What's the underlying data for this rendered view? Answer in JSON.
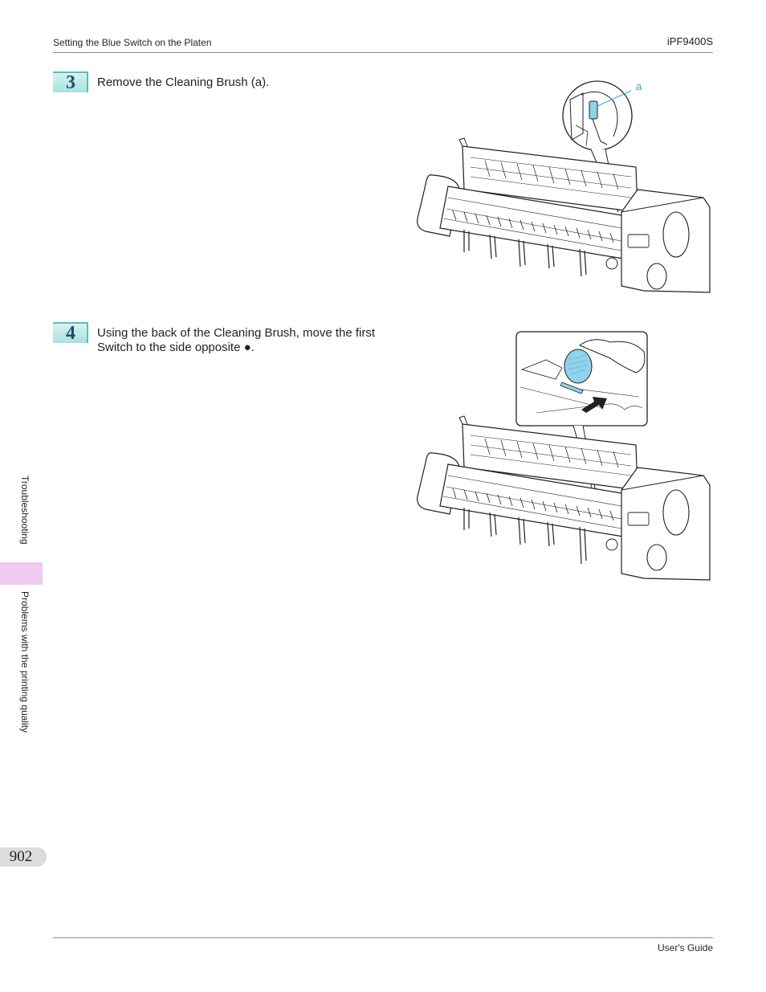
{
  "header": {
    "section_title": "Setting the Blue Switch on the Platen",
    "product": "iPF9400S"
  },
  "steps": [
    {
      "number": "3",
      "text_lines": [
        "Remove the Cleaning Brush (a)."
      ],
      "callout_label": "a"
    },
    {
      "number": "4",
      "text_lines": [
        "Using the back of the Cleaning Brush, move the first",
        "Switch to the side opposite ●."
      ]
    }
  ],
  "sidebar": {
    "chapter": "Troubleshooting",
    "section": "Problems with the printing quality"
  },
  "footer": {
    "page_number": "902",
    "guide_name": "User's Guide"
  },
  "colors": {
    "accent_teal": "#5cbdb8",
    "callout_cyan": "#2aa6d6",
    "brush_blue": "#8fd3ec",
    "sidebar_pink": "#f0c9ee"
  }
}
